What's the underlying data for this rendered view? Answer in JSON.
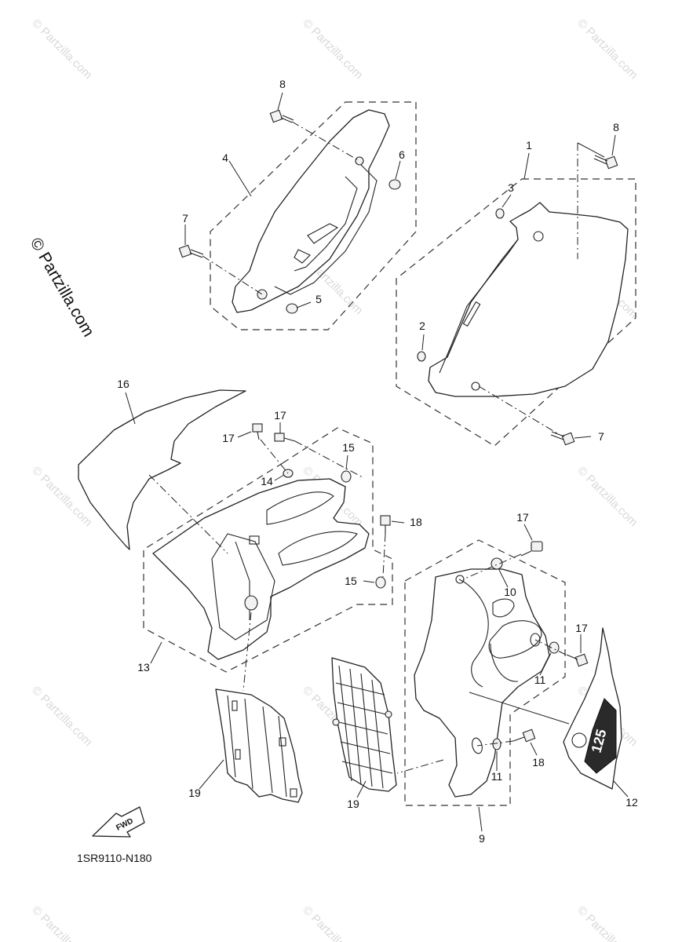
{
  "watermark_text": "© Partzilla.com",
  "side_watermark_text": "© Partzilla.com",
  "diagram_code": "1SR9110-N180",
  "fwd_label": "FWD",
  "callouts": {
    "c1": "1",
    "c2": "2",
    "c3": "3",
    "c4": "4",
    "c5": "5",
    "c6": "6",
    "c7a": "7",
    "c7b": "7",
    "c8a": "8",
    "c8b": "8",
    "c9": "9",
    "c10": "10",
    "c11a": "11",
    "c11b": "11",
    "c12": "12",
    "c13": "13",
    "c14": "14",
    "c15a": "15",
    "c15b": "15",
    "c16": "16",
    "c17a": "17",
    "c17b": "17",
    "c17c": "17",
    "c17d": "17",
    "c18a": "18",
    "c18b": "18",
    "c19a": "19",
    "c19b": "19"
  },
  "decal_text": "125"
}
